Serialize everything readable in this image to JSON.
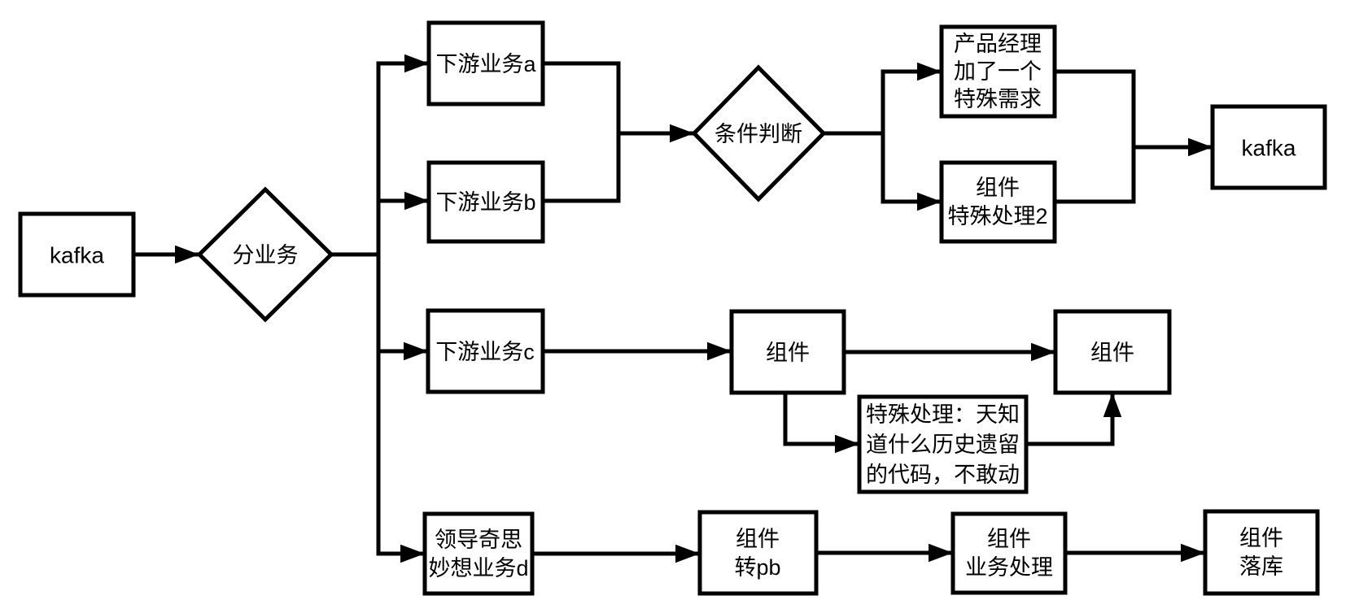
{
  "page": {
    "background": "#ffffff",
    "ink_color": "#000000"
  },
  "diagram": {
    "type": "flowchart",
    "nodes": {
      "kafka_in": {
        "shape": "rect",
        "label": "kafka"
      },
      "split_business": {
        "shape": "diamond",
        "label": "分业务"
      },
      "downstream_a": {
        "shape": "rect",
        "label": "下游业务a"
      },
      "downstream_b": {
        "shape": "rect",
        "label": "下游业务b"
      },
      "downstream_c": {
        "shape": "rect",
        "label": "下游业务c"
      },
      "leader_idea_d": {
        "shape": "rect",
        "lines": [
          "领导奇思",
          "妙想业务d"
        ]
      },
      "condition": {
        "shape": "diamond",
        "label": "条件判断"
      },
      "pm_special_req": {
        "shape": "rect",
        "lines": [
          "产品经理",
          "加了一个",
          "特殊需求"
        ]
      },
      "comp_special2": {
        "shape": "rect",
        "lines": [
          "组件",
          "特殊处理2"
        ]
      },
      "kafka_out": {
        "shape": "rect",
        "label": "kafka"
      },
      "component_1": {
        "shape": "rect",
        "label": "组件"
      },
      "component_2": {
        "shape": "rect",
        "label": "组件"
      },
      "legacy_note": {
        "shape": "rect",
        "lines": [
          "特殊处理：天知",
          "道什么历史遗留",
          "的代码，不敢动"
        ]
      },
      "comp_to_pb": {
        "shape": "rect",
        "lines": [
          "组件",
          "转pb"
        ]
      },
      "comp_biz_process": {
        "shape": "rect",
        "lines": [
          "组件",
          "业务处理"
        ]
      },
      "comp_store_db": {
        "shape": "rect",
        "lines": [
          "组件",
          "落库"
        ]
      }
    }
  }
}
